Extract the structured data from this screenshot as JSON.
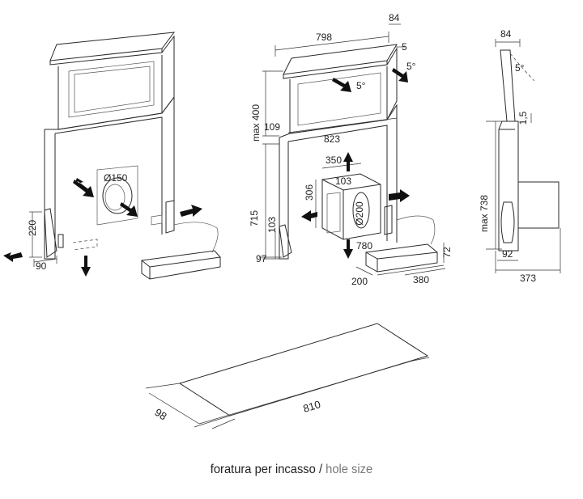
{
  "dims": {
    "d150": "Ø150",
    "h220": "220",
    "w90": "90",
    "w798": "798",
    "d84a": "84",
    "d5": "5",
    "ang5a": "5°",
    "ang5b": "5°",
    "max400": "max 400",
    "d109": "109",
    "d823": "823",
    "d350": "350",
    "d103a": "103",
    "d306": "306",
    "d200": "Ø200",
    "d715": "715",
    "d103b": "103",
    "d780": "780",
    "d72": "72",
    "d97": "97",
    "d200b": "200",
    "d380": "380",
    "d84b": "84",
    "ang5c": "5°",
    "d15": "1,5",
    "max738": "max 738",
    "d92": "92",
    "d373": "373",
    "d98": "98",
    "d810": "810"
  },
  "caption": {
    "it": "foratura per incasso",
    "sep": " / ",
    "en": "hole size"
  }
}
